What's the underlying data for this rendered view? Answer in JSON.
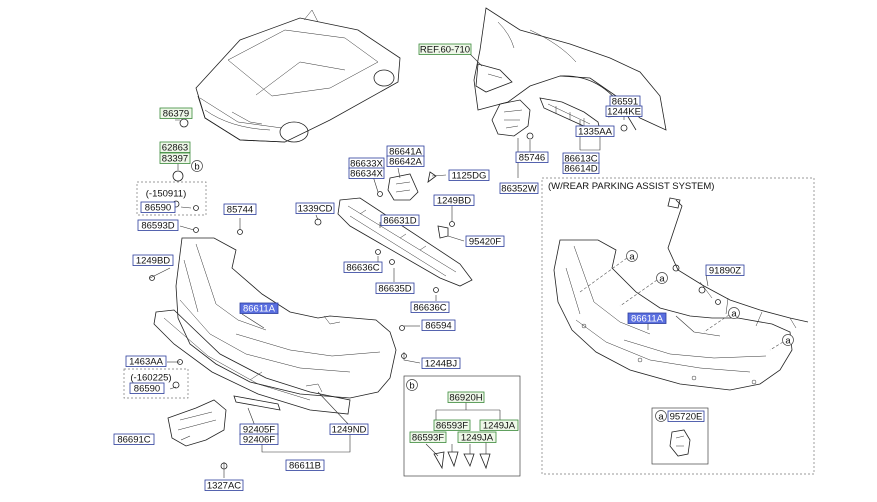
{
  "labels": {
    "ref": "REF.60-710",
    "p86379": "86379",
    "p62863": "62863",
    "p83397": "83397",
    "p150911": "(-150911)",
    "p86590a": "86590",
    "p86593d": "86593D",
    "p85744": "85744",
    "p1249bd_left": "1249BD",
    "p1339cd": "1339CD",
    "p86633x": "86633X",
    "p86634x": "86634X",
    "p86641a": "86641A",
    "p86642a": "86642A",
    "p1125dg": "1125DG",
    "p1249bd_mid": "1249BD",
    "p86631d": "86631D",
    "p95420f": "95420F",
    "p86636c_a": "86636C",
    "p86635d": "86635D",
    "p86636c_b": "86636C",
    "p86611a_main": "86611A",
    "p86594": "86594",
    "p1244bj": "1244BJ",
    "p1463aa": "1463AA",
    "p160225": "(-160225)",
    "p86590b": "86590",
    "p86691c": "86691C",
    "p92405f": "92405F",
    "p92406f": "92406F",
    "p1249nd": "1249ND",
    "p86611b": "86611B",
    "p1327ac": "1327AC",
    "p85746": "85746",
    "p86352w": "86352W",
    "p86591": "86591",
    "p1244ke": "1244KE",
    "p1335aa": "1335AA",
    "p86613c": "86613C",
    "p86614d": "86614D",
    "parking_title": "(W/REAR PARKING ASSIST SYSTEM)",
    "p91890z": "91890Z",
    "p86611a_park": "86611A",
    "p95720e": "95720E",
    "p86920h": "86920H",
    "p86593f_a": "86593F",
    "p86593f_b": "86593F",
    "p1249ja_a": "1249JA",
    "p1249ja_b": "1249JA",
    "callout_b": "b",
    "callout_a": "a"
  },
  "colors": {
    "blue_border": "#2b3d9c",
    "green_border": "#3a8a3a",
    "green_fill": "#eef7e8",
    "highlight": "#5a6fe0"
  }
}
